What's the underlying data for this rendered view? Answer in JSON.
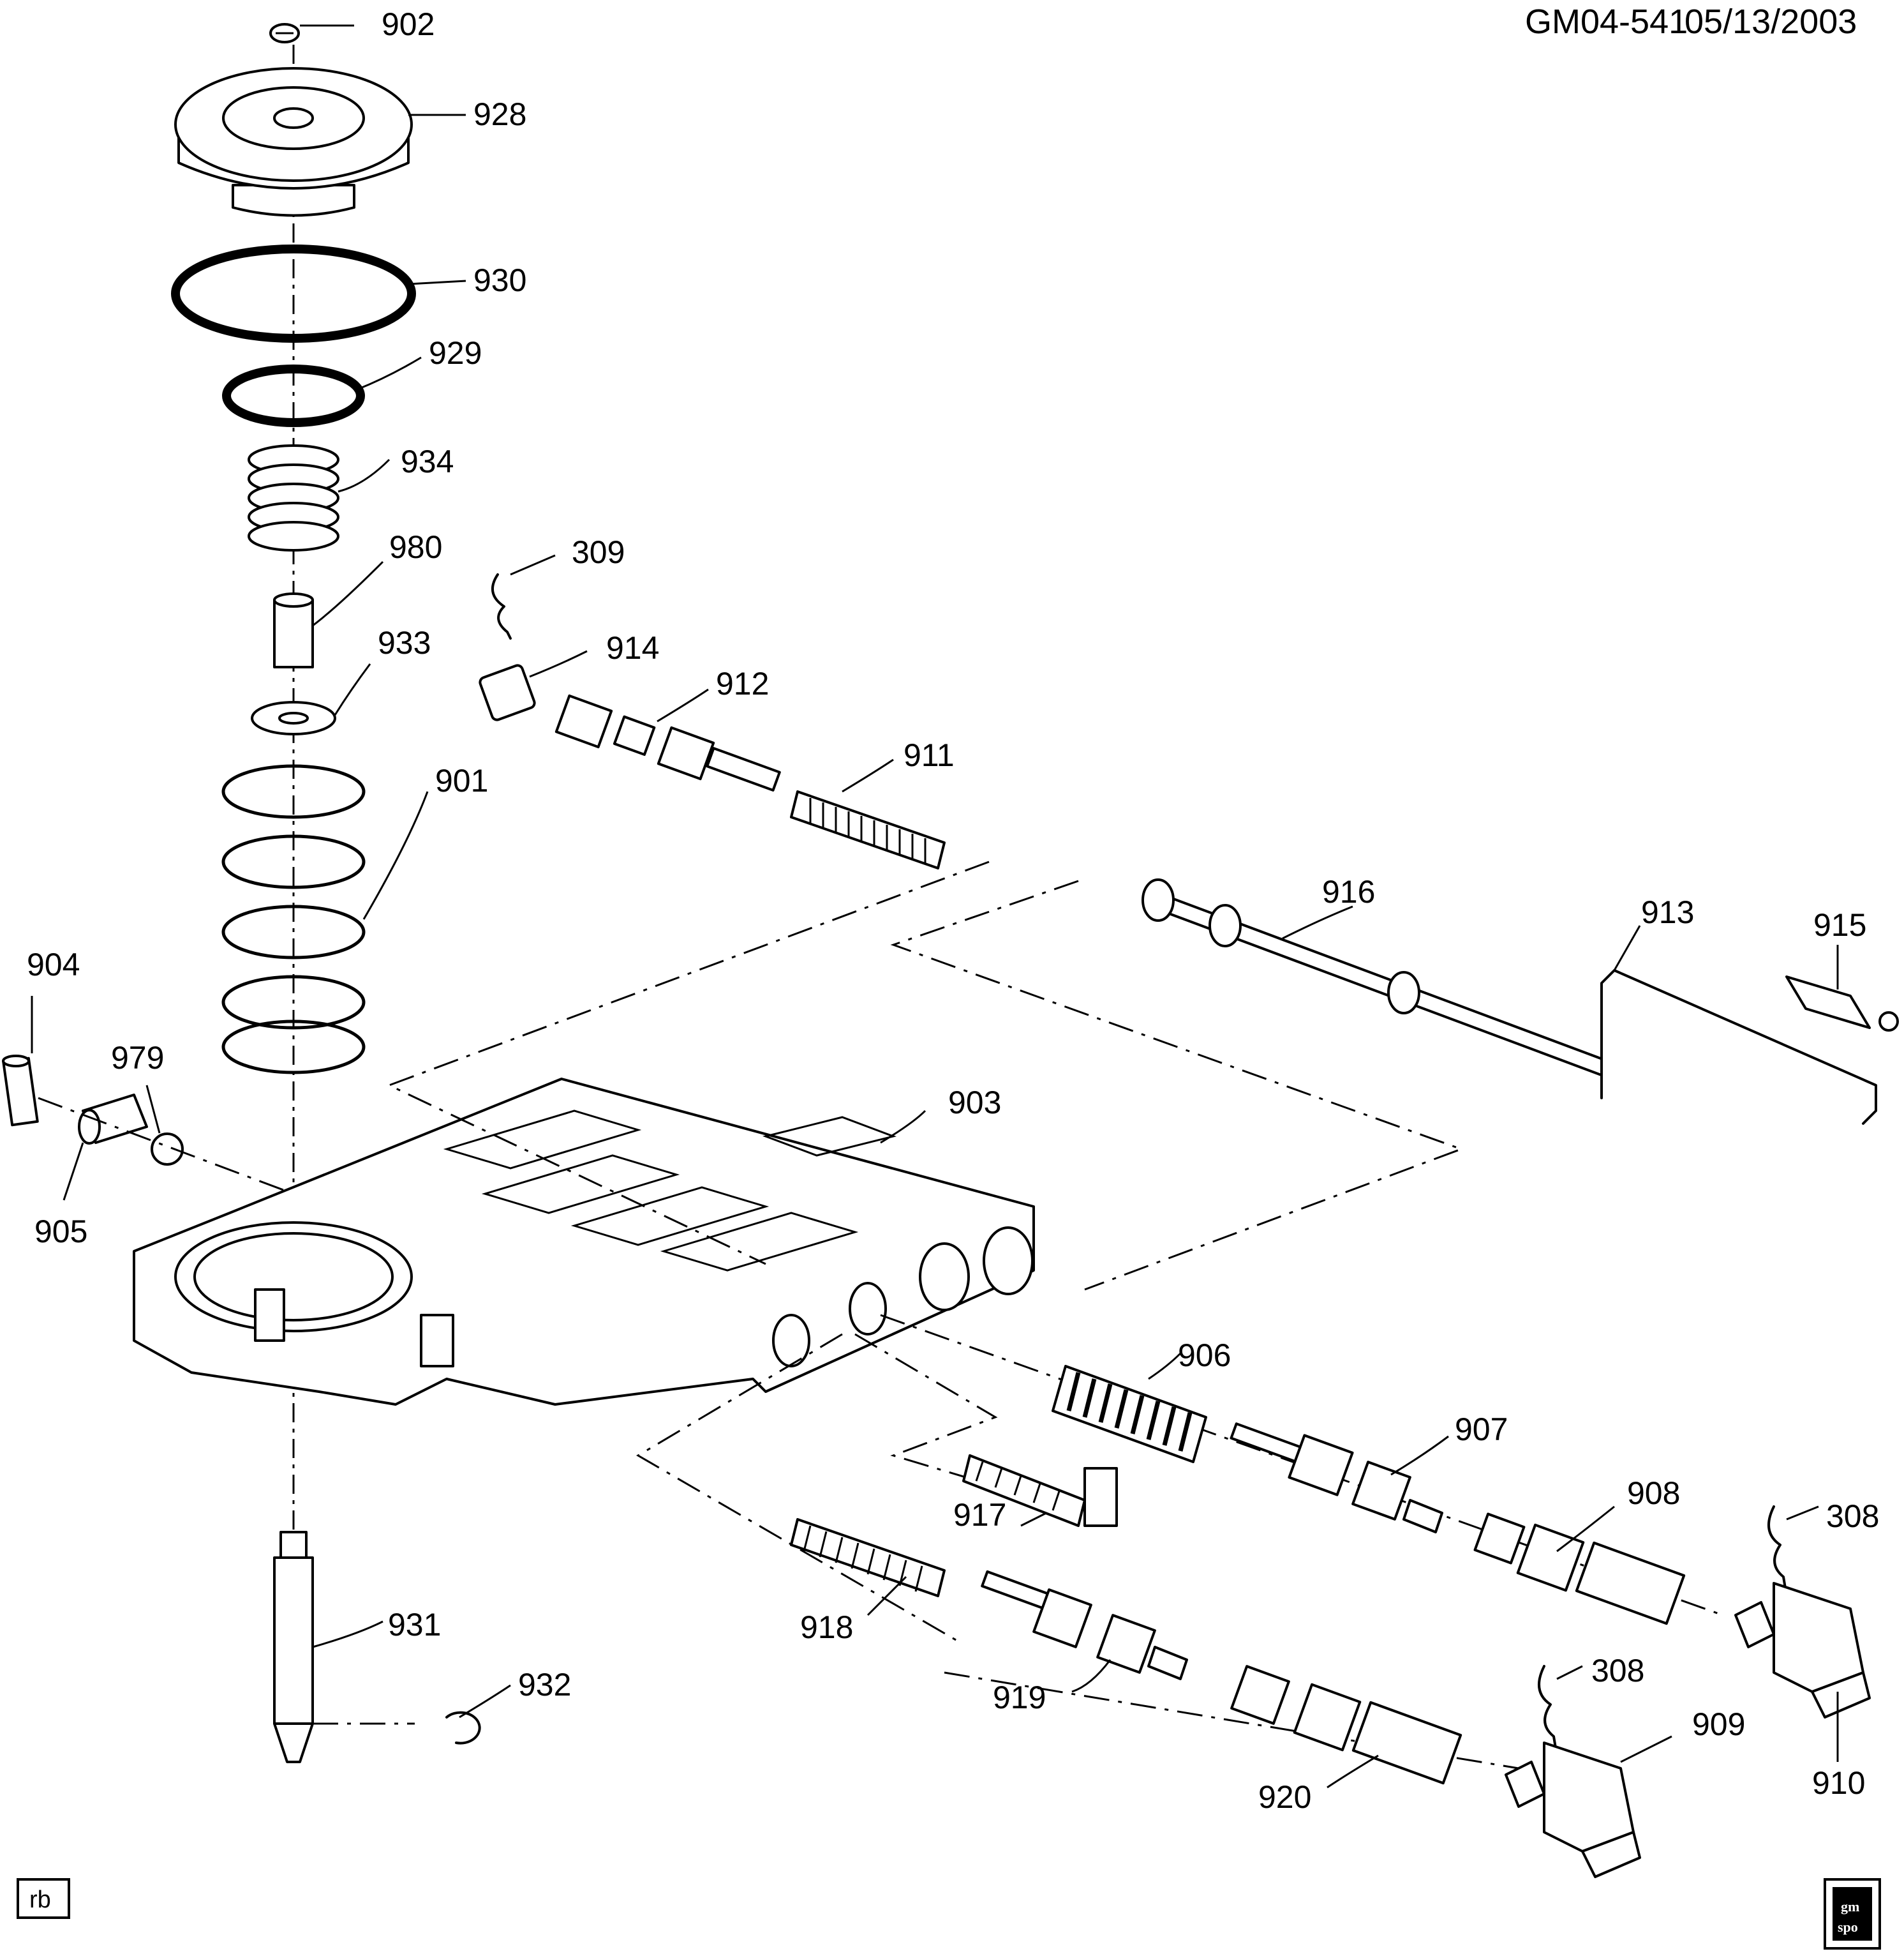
{
  "header": {
    "diagram_code": "GM04-541",
    "date": "05/13/2003"
  },
  "footer": {
    "artist_tag": "rb",
    "logo_line1": "gm",
    "logo_line2": "spo"
  },
  "callouts": {
    "c902": "902",
    "c928": "928",
    "c930": "930",
    "c929": "929",
    "c934": "934",
    "c980": "980",
    "c933": "933",
    "c901": "901",
    "c904": "904",
    "c979": "979",
    "c905": "905",
    "c931": "931",
    "c932": "932",
    "c309": "309",
    "c914": "914",
    "c912": "912",
    "c911": "911",
    "c916": "916",
    "c913": "913",
    "c915": "915",
    "c903": "903",
    "c906": "906",
    "c907": "907",
    "c908": "908",
    "c308a": "308",
    "c910": "910",
    "c917": "917",
    "c918": "918",
    "c919": "919",
    "c920": "920",
    "c308b": "308",
    "c909": "909"
  }
}
